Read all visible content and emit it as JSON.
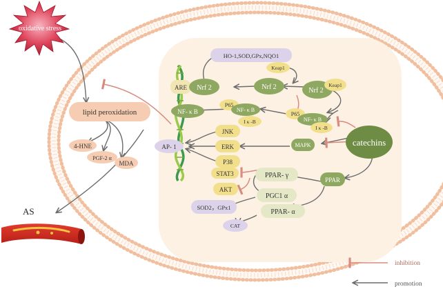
{
  "labels": {
    "oxidative_stress": "oxidative stress",
    "lipid_peroxidation": "lipid peroxidation",
    "hne": "4-HNE",
    "pgf": "PGF-2 α",
    "mda": "MDA",
    "as": "AS",
    "ho1": "HO-1,SOD,GPx,NQO1",
    "are": "ARE",
    "nrf2_a": "Nrf 2",
    "nrf2_b": "Nrf 2",
    "nrf2_c": "Nrf 2",
    "keap1_a": "Keap1",
    "keap1_b": "Keap1",
    "nfkb_dna": "NF- κ B",
    "p65_a": "P65",
    "nfkb_a": "NF- κ B",
    "ikb_a": "I κ -B",
    "p65_b": "P65",
    "nfkb_b": "NF- κ B",
    "ikb_b": "I κ -B",
    "ap1": "AP- 1",
    "jnk": "JNK",
    "erk": "ERK",
    "p38": "P38",
    "mapk": "MAPK",
    "catechins": "catechins",
    "stat3": "STAT3",
    "akt": "AKT",
    "ppar_gamma": "PPAR- γ",
    "ppar": "PPAR",
    "pgc1a": "PGC1 α",
    "sod2": "SOD2，GPx1",
    "ppar_alpha": "PPAR- α",
    "cat": "CAT"
  },
  "legend": {
    "inhibition": "inhibition",
    "promotion": "promotion"
  },
  "colors": {
    "membrane": "#f2c4a6",
    "cytoplasm": "#fdf0e4",
    "nucleus": "#fae8d6",
    "green_node": "#8fa861",
    "green_dark": "#6f8c45",
    "yellow_node": "#f2df8c",
    "peach_node": "#f6cdb2",
    "lavender_node": "#dcd3ea",
    "inhibit": "#d98a7e",
    "promote": "#6b6b6b",
    "stress": "#c8283c"
  }
}
